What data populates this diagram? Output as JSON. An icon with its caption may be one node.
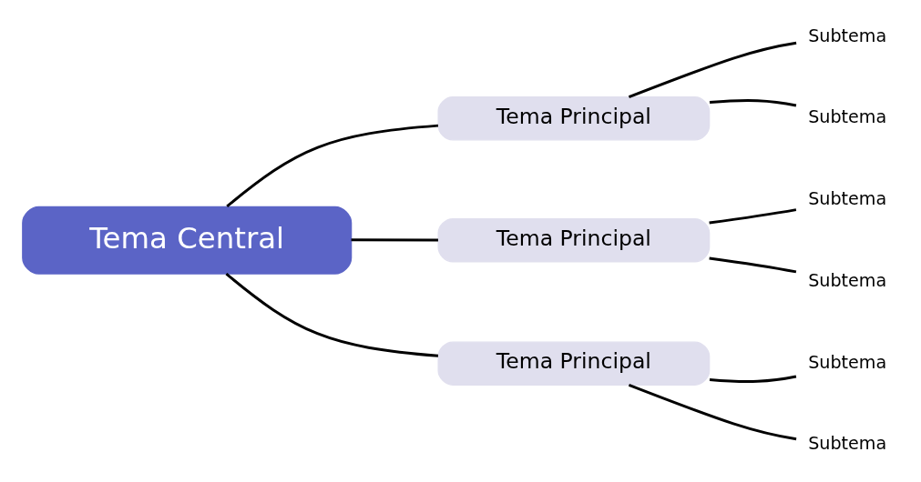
{
  "diagram": {
    "nodes": [
      {
        "text": [
          "Tema Central"
        ]
      },
      {
        "text": [
          "Tema Principal"
        ]
      },
      {
        "text": [
          "Tema Principal"
        ]
      },
      {
        "text": [
          "Tema Principal"
        ]
      },
      {
        "text": [
          "Subtema"
        ]
      },
      {
        "text": [
          "Subtema"
        ]
      },
      {
        "text": [
          "Subtema"
        ]
      },
      {
        "text": [
          "Subtema"
        ]
      },
      {
        "text": [
          "Subtema"
        ]
      },
      {
        "text": [
          "Subtema"
        ]
      }
    ],
    "edges": [
      {
        "from": 0,
        "to": 1,
        "arrow": "none"
      },
      {
        "from": 0,
        "to": 2,
        "arrow": "none"
      },
      {
        "from": 0,
        "to": 3,
        "arrow": "none"
      },
      {
        "from": 1,
        "to": 4,
        "arrow": "none"
      },
      {
        "from": 1,
        "to": 5,
        "arrow": "none"
      },
      {
        "from": 2,
        "to": 6,
        "arrow": "none"
      },
      {
        "from": 2,
        "to": 7,
        "arrow": "none"
      },
      {
        "from": 3,
        "to": 8,
        "arrow": "none"
      },
      {
        "from": 3,
        "to": 9,
        "arrow": "none"
      }
    ]
  }
}
